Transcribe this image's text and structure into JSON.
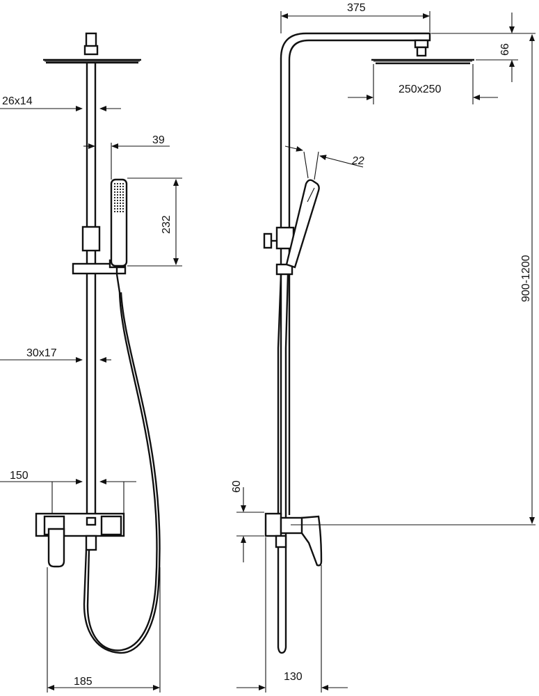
{
  "drawing": {
    "front_view": {
      "rail_size": "26x14",
      "handshower_offset": "39",
      "handshower_length": "232",
      "lower_pipe_size": "30x17",
      "mixer_width": "150",
      "hose_spread": "185"
    },
    "side_view": {
      "arm_reach": "375",
      "head_drop": "66",
      "head_size": "250x250",
      "handshower_angle": "22",
      "height_range": "900-1200",
      "mixer_height": "60",
      "mixer_projection": "130"
    }
  }
}
